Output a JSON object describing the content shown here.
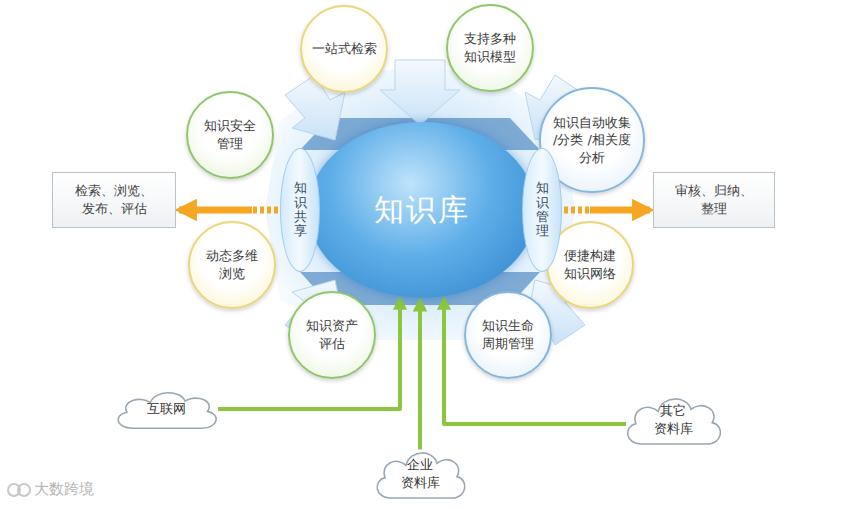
{
  "diagram": {
    "nodes": [
      {
        "text": [
          "一站式检索"
        ]
      },
      {
        "text": [
          "支持多种 知识模型"
        ]
      },
      {
        "text": [
          "知识安全 管理"
        ]
      },
      {
        "text": [
          "知识自动收集 /分类 /相关度分析"
        ]
      },
      {
        "text": [
          "检索、浏览、 发布、评估"
        ]
      },
      {
        "text": [
          "知识共享"
        ]
      },
      {
        "text": [
          "知识库"
        ]
      },
      {
        "text": [
          "知识管理"
        ]
      },
      {
        "text": [
          "审核、归纳、 整理"
        ]
      },
      {
        "text": [
          "动态多维 浏览"
        ]
      },
      {
        "text": [
          "便捷构建 知识网络"
        ]
      },
      {
        "text": [
          "知识资产 评估"
        ]
      },
      {
        "text": [
          "知识生命 周期管理"
        ]
      },
      {
        "text": [
          "互联网"
        ]
      },
      {
        "text": [
          "其它 资料库"
        ]
      },
      {
        "text": [
          "企业 资料库"
        ]
      }
    ],
    "edges": [
      {
        "from": 5,
        "to": 4,
        "arrow": "to"
      },
      {
        "from": 7,
        "to": 8,
        "arrow": "to"
      },
      {
        "from": 13,
        "to": 6,
        "arrow": "to"
      },
      {
        "from": 15,
        "to": 6,
        "arrow": "to"
      },
      {
        "from": 14,
        "to": 6,
        "arrow": "to"
      }
    ],
    "labels": [
      "大数跨境"
    ]
  }
}
